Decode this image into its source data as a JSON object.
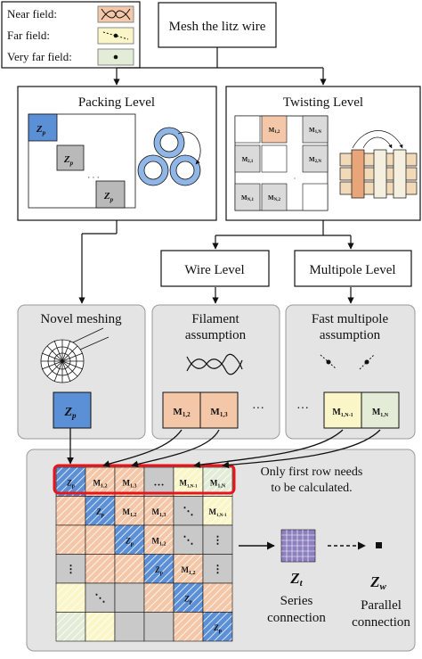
{
  "legend": {
    "near": "Near field:",
    "far": "Far field:",
    "very_far": "Very far field:"
  },
  "top_box": "Mesh the litz wire",
  "packing": {
    "title": "Packing Level",
    "zp1": "Z",
    "zp1_sub": "p",
    "zp2": "Z",
    "zp2_sub": "p",
    "zp3": "Z",
    "zp3_sub": "p",
    "dots": "· · ·"
  },
  "twisting": {
    "title": "Twisting Level",
    "cells": [
      {
        "main": "M",
        "sub": "1,2"
      },
      {
        "main": "M",
        "sub": "1,N"
      },
      {
        "main": "M",
        "sub": "2,1"
      },
      {
        "main": "M",
        "sub": "2,N"
      },
      {
        "main": "M",
        "sub": "N,1"
      },
      {
        "main": "M",
        "sub": "N,2"
      }
    ]
  },
  "wire_level": "Wire Level",
  "multipole_level": "Multipole Level",
  "novel_meshing": {
    "title": "Novel meshing",
    "cell_main": "Z",
    "cell_sub": "p"
  },
  "filament": {
    "title_line1": "Filament",
    "title_line2": "assumption",
    "cell1_main": "M",
    "cell1_sub": "1,2",
    "cell2_main": "M",
    "cell2_sub": "1,3",
    "ellipsis": "···"
  },
  "fast_multipole": {
    "title_line1": "Fast multipole",
    "title_line2": "assumption",
    "ellipsis": "···",
    "cell1_main": "M",
    "cell1_sub": "1,N-1",
    "cell2_main": "M",
    "cell2_sub": "1,N"
  },
  "matrix": {
    "note_line1": "Only first row needs",
    "note_line2": "to be calculated.",
    "zt_main": "Z",
    "zt_sub": "t",
    "zw_main": "Z",
    "zw_sub": "w",
    "series_line1": "Series",
    "series_line2": "connection",
    "parallel_line1": "Parallel",
    "parallel_line2": "connection"
  },
  "colors": {
    "self": "#5b8fd6",
    "near": "#f4c7a8",
    "far": "#fbf6c8",
    "very_far": "#e2ecd6",
    "gray_cell": "#b9b9b9",
    "panel": "#e4e4e4",
    "highlight": "#e8141c"
  }
}
